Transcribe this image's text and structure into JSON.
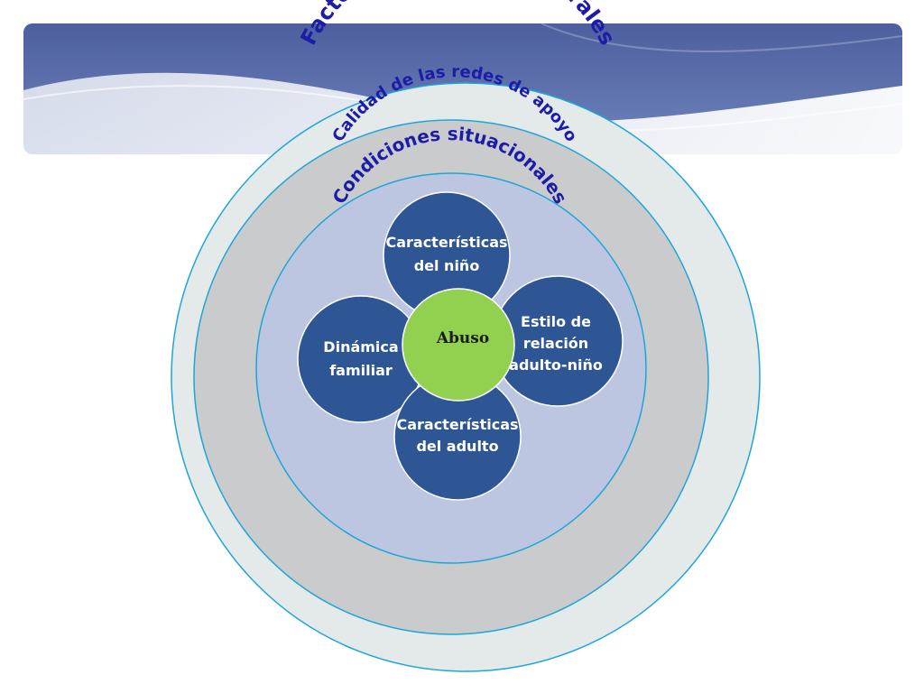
{
  "rings": {
    "outer": {
      "label": "Factores sociales y culturales"
    },
    "middle": {
      "label": "Calidad de las redes de apoyo"
    },
    "inner": {
      "label": "Condiciones situacionales"
    }
  },
  "center": {
    "label": "Abuso"
  },
  "nodes": {
    "top": {
      "line1": "Características",
      "line2": "del niño"
    },
    "right": {
      "line1": "Estilo de",
      "line2": "relación",
      "line3": "adulto-niño"
    },
    "bottom": {
      "line1": "Características",
      "line2": "del adulto"
    },
    "left": {
      "line1": "Dinámica",
      "line2": "familiar"
    }
  },
  "colors": {
    "banner": "#4a5f9c",
    "outer_ring": "#e4e9ea",
    "middle_ring": "#c9cbcd",
    "inner_ring": "#bcc6e1",
    "ring_border": "#1ea5d8",
    "node_fill": "#2e5694",
    "center_fill": "#92d050",
    "ring_text": "#1c1ca8"
  }
}
